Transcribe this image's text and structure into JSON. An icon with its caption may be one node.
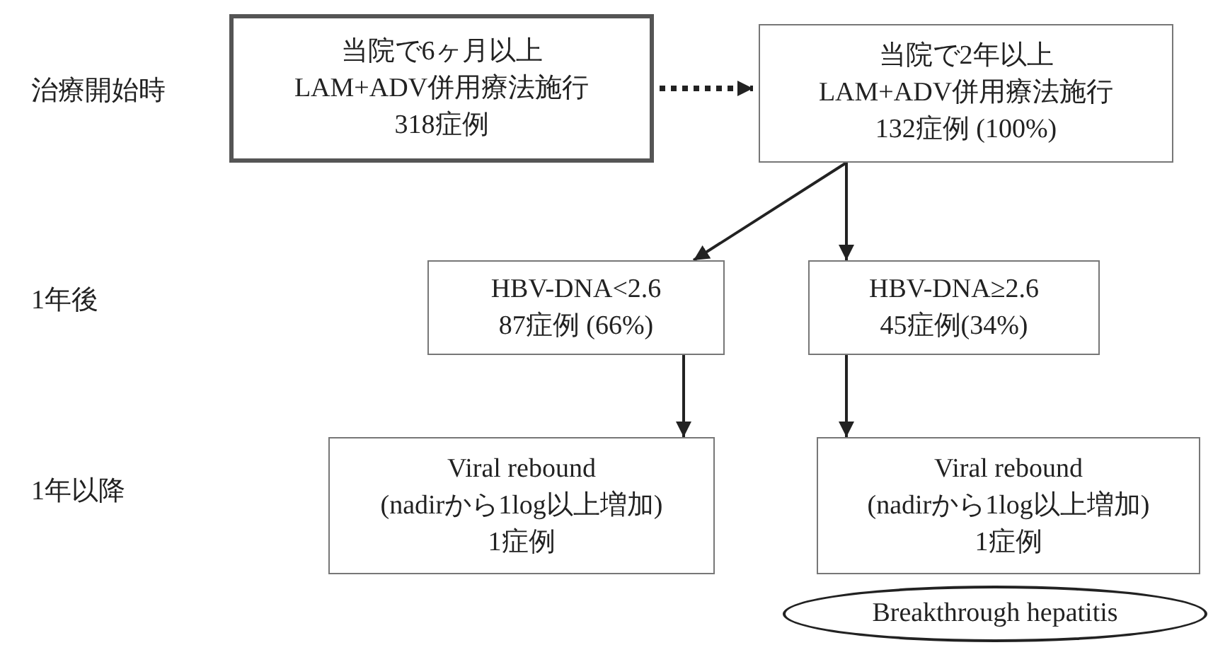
{
  "diagram": {
    "nodes": [
      {
        "text": [
          "当院で6ヶ月以上",
          "LAM+ADV併用療法施行",
          "318症例"
        ]
      },
      {
        "text": [
          "当院で2年以上",
          "LAM+ADV併用療法施行",
          "132症例 (100%)"
        ]
      },
      {
        "text": [
          "HBV-DNA<2.6",
          "87症例 (66%)"
        ]
      },
      {
        "text": [
          "HBV-DNA≥2.6",
          "45症例(34%)"
        ]
      },
      {
        "text": [
          "Viral rebound",
          "(nadirから1log以上増加)",
          "1症例"
        ]
      },
      {
        "text": [
          "Viral rebound",
          "(nadirから1log以上増加)",
          "1症例"
        ]
      },
      {
        "text": [
          "Breakthrough hepatitis"
        ]
      }
    ],
    "edges": [
      {
        "from": 0,
        "to": 1,
        "arrow": "to",
        "style": "dashed"
      },
      {
        "from": 1,
        "to": 2,
        "arrow": "to"
      },
      {
        "from": 1,
        "to": 3,
        "arrow": "to"
      },
      {
        "from": 2,
        "to": 4,
        "arrow": "to"
      },
      {
        "from": 3,
        "to": 5,
        "arrow": "to"
      }
    ],
    "labels": [
      "治療開始時",
      "1年後",
      "1年以降"
    ]
  }
}
